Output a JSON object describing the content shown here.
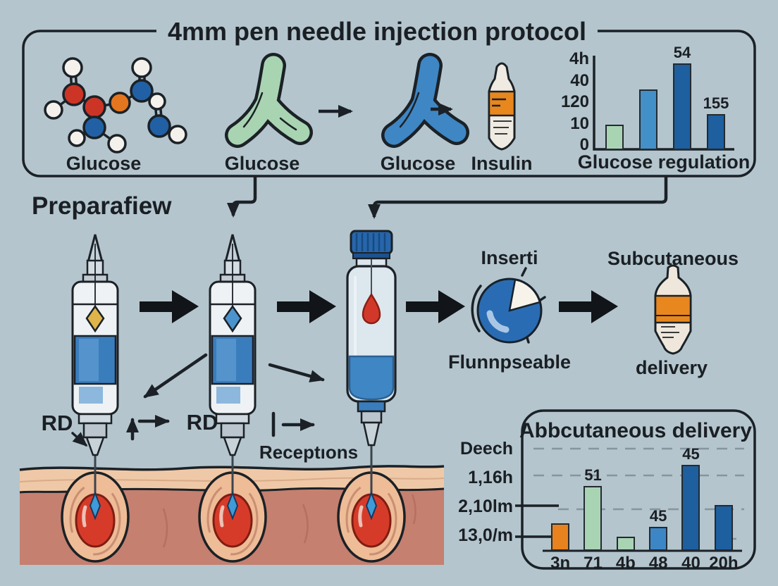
{
  "background_color": "#b4c5cd",
  "outline_color": "#1b2126",
  "header": {
    "title": "4mm pen needle injection protocol"
  },
  "top_panel": {
    "molecule_label": "Glucose",
    "receptor_green_label": "Glucose",
    "receptor_blue_label": "Glucose",
    "vial_label": "Insulin"
  },
  "section_heading": "Preparafiew",
  "annotations": {
    "rd_left": "RD",
    "rd_right": "RD",
    "receptions": "Receptıons",
    "dial_title": "Inserti",
    "dial_caption": "Flunnpseable",
    "ampoule_title": "Subcutaneous",
    "ampoule_caption": "delivery"
  },
  "icon_colors": {
    "receptor_green": "#a9d4b2",
    "receptor_blue": "#3f86c4",
    "cartridge_orange": "#e8871e",
    "pen_band_blue": "#3a7dbd",
    "dial_blue": "#2a6cb3",
    "skin_epidermis": "#efc9a7",
    "skin_dermis": "#c5806f",
    "follicle_red": "#d63b2a",
    "needle_tip_blue": "#3f9ad8"
  },
  "chart_data": [
    {
      "type": "bar",
      "title": "",
      "xlabel": "Glucose regulation",
      "ylabel": "",
      "y_tick_labels": [
        "4h",
        "40",
        "120",
        "10",
        "0"
      ],
      "categories": [
        "",
        "",
        "",
        ""
      ],
      "values": [
        27,
        64,
        91,
        38
      ],
      "bar_value_labels": [
        "",
        "",
        "54",
        "155"
      ],
      "colors": [
        "#a9d4b3",
        "#4390c8",
        "#1d5f9f",
        "#1d5f9f"
      ],
      "ylim": [
        0,
        100
      ],
      "grid": false,
      "legend": false
    },
    {
      "type": "bar",
      "title": "Abbcutaneous delivery",
      "xlabel": "",
      "ylabel": "",
      "y_tick_labels": [
        "Deech",
        "1,16h",
        "2,10lm",
        "13,0/m"
      ],
      "categories": [
        "3n",
        "71",
        "4b",
        "48",
        "40",
        "20h"
      ],
      "values": [
        30,
        71,
        15,
        26,
        94,
        50
      ],
      "bar_value_labels": [
        "",
        "51",
        "",
        "45",
        "45",
        ""
      ],
      "colors": [
        "#e8821e",
        "#a9d4b3",
        "#a9d4b3",
        "#3d86c6",
        "#1d5f9f",
        "#1d5f9f"
      ],
      "ylim": [
        0,
        100
      ],
      "grid": "dashed-horizontal",
      "legend": false
    }
  ]
}
